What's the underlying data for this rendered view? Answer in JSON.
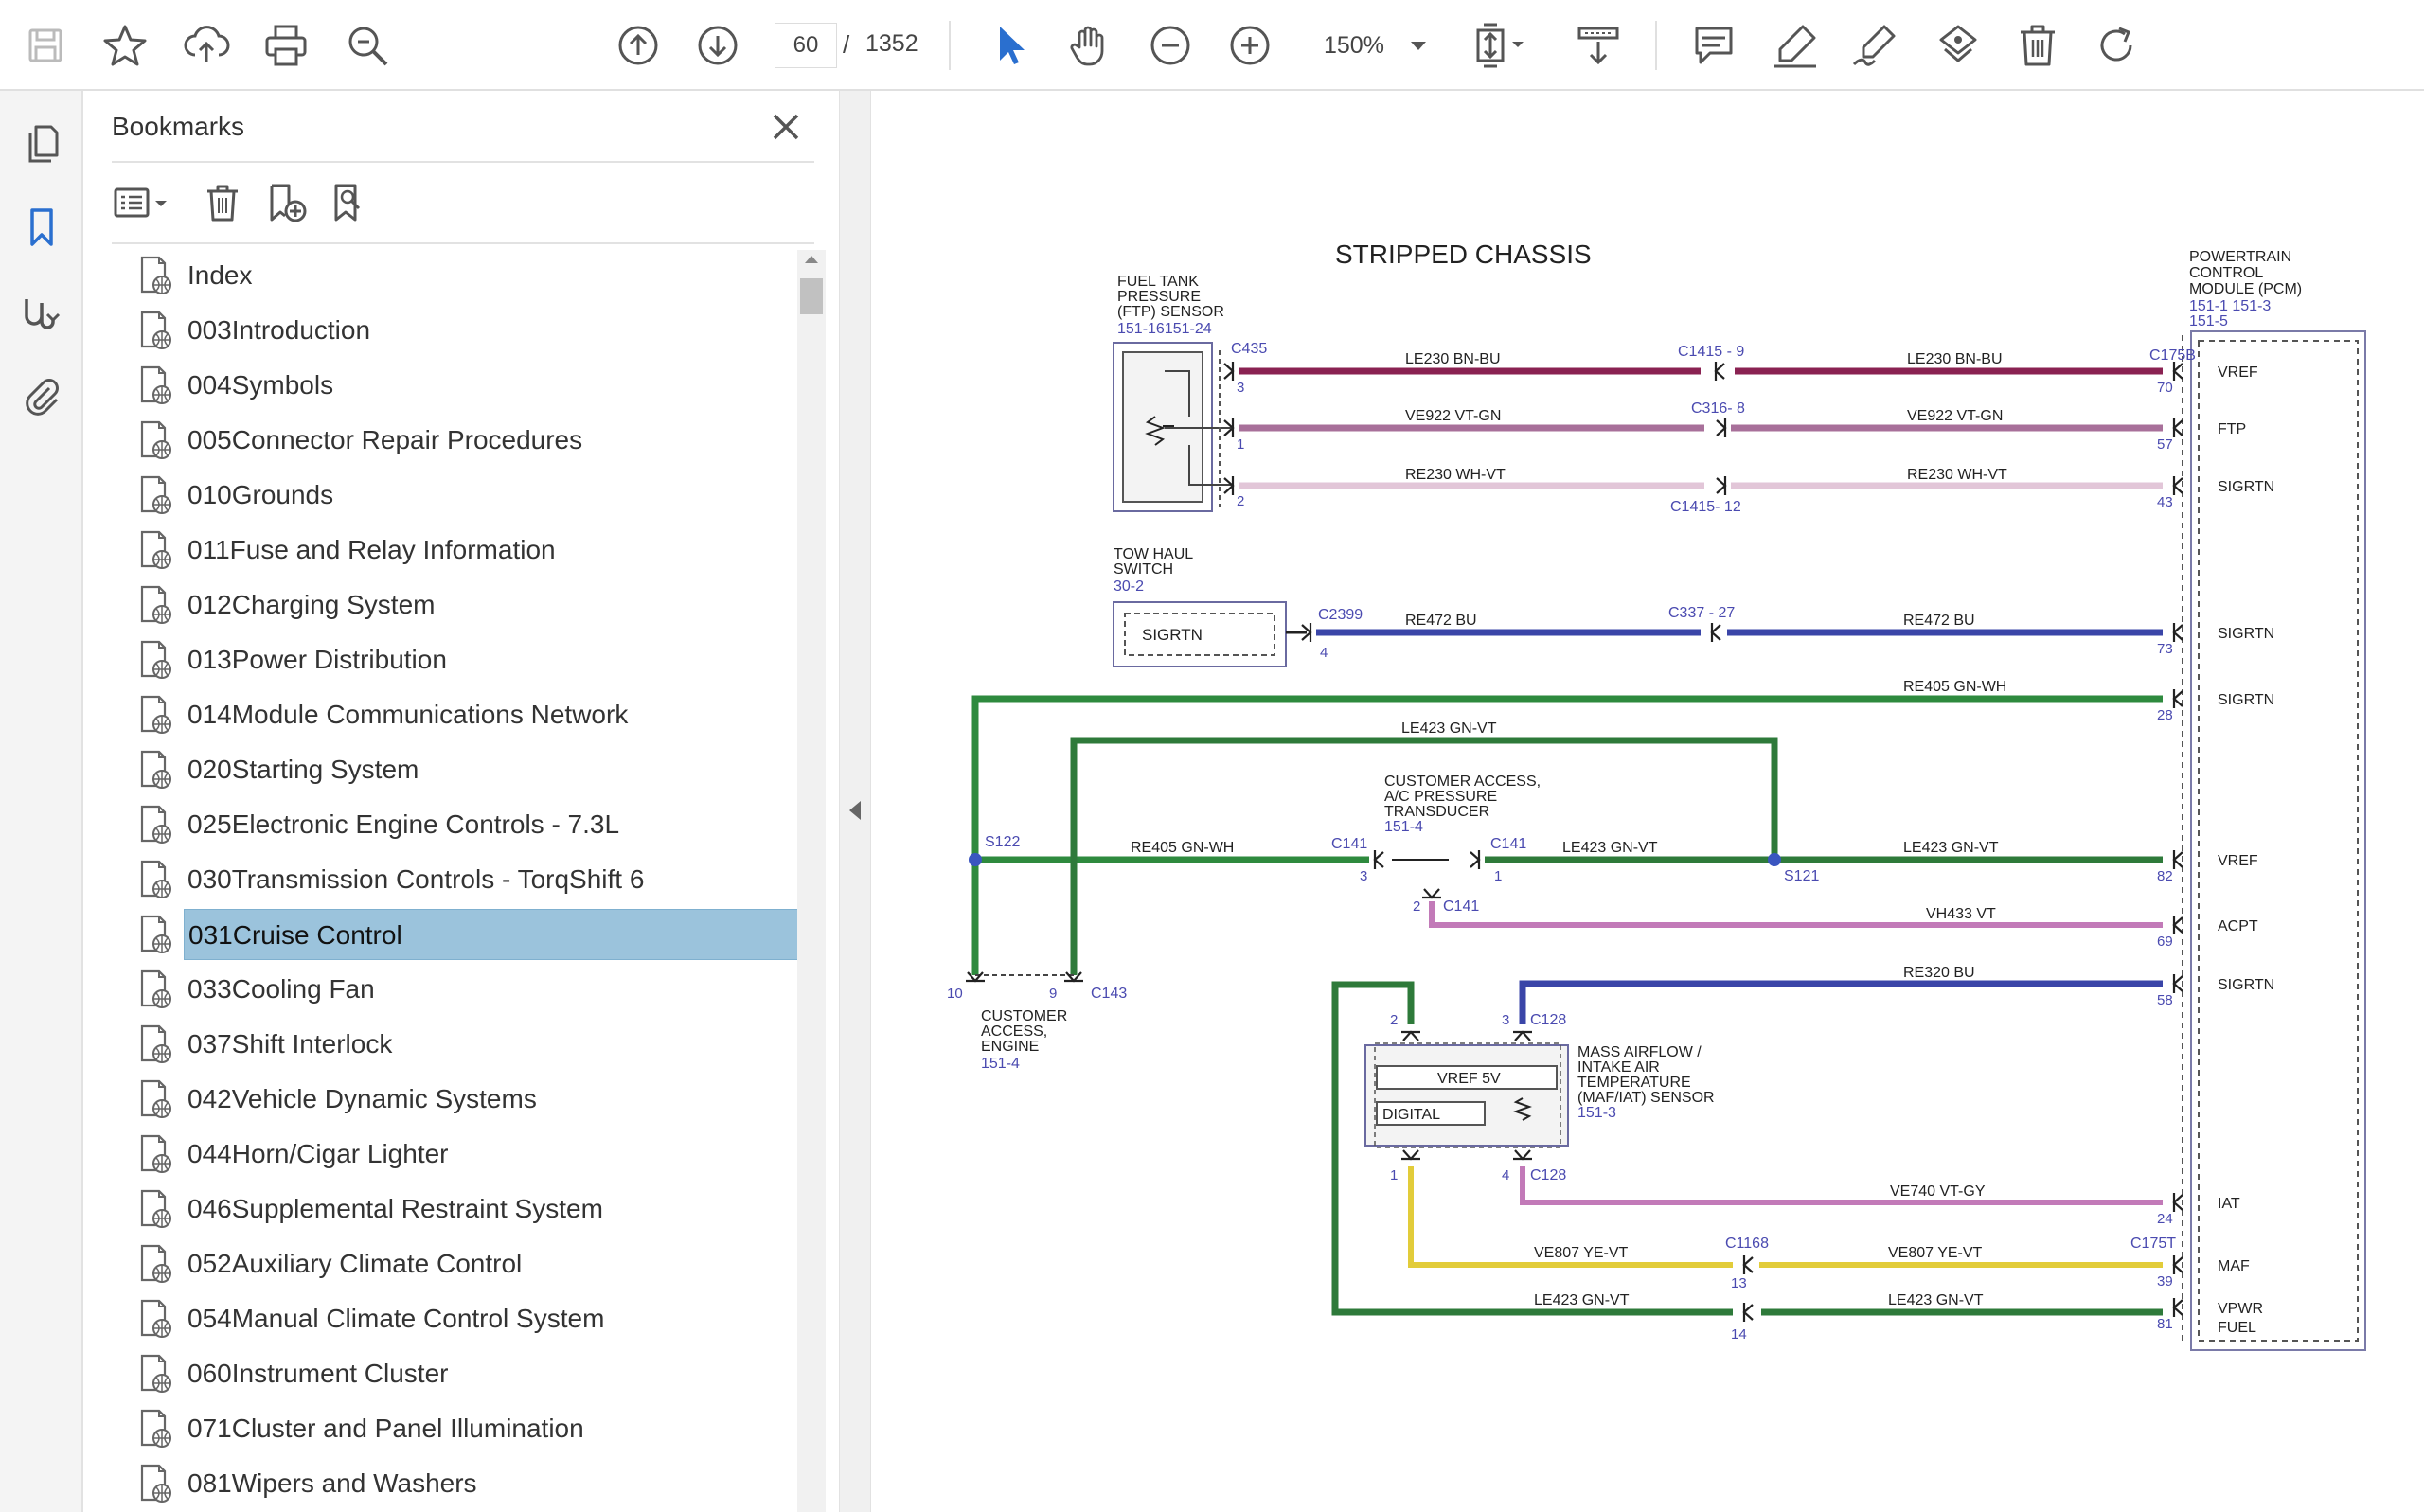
{
  "toolbar": {
    "page_current": "60",
    "page_sep": "/",
    "page_total": "1352",
    "zoom": "150%",
    "icons": [
      "save-icon",
      "bookmark-star-icon",
      "upload-icon",
      "print-icon",
      "zoom-search-icon",
      "page-up-icon",
      "page-down-icon",
      "select-pointer-icon",
      "hand-icon",
      "zoom-out-icon",
      "zoom-in-icon",
      "fit-page-icon",
      "scroll-mode-icon",
      "comment-icon",
      "highlight-icon",
      "sign-icon",
      "stamp-icon",
      "delete-icon",
      "rotate-icon"
    ]
  },
  "rail": {
    "icons": [
      "pages-icon",
      "bookmarks-icon",
      "signatures-icon",
      "attachments-icon"
    ]
  },
  "bookmarks": {
    "title": "Bookmarks",
    "items": [
      {
        "label": "Index"
      },
      {
        "label": "003Introduction"
      },
      {
        "label": "004Symbols"
      },
      {
        "label": "005Connector Repair Procedures"
      },
      {
        "label": "010Grounds"
      },
      {
        "label": "011Fuse and Relay Information"
      },
      {
        "label": "012Charging System"
      },
      {
        "label": "013Power Distribution"
      },
      {
        "label": "014Module Communications Network"
      },
      {
        "label": "020Starting System"
      },
      {
        "label": "025Electronic Engine Controls - 7.3L"
      },
      {
        "label": "030Transmission Controls - TorqShift 6"
      },
      {
        "label": "031Cruise Control",
        "selected": true
      },
      {
        "label": "033Cooling Fan"
      },
      {
        "label": "037Shift Interlock"
      },
      {
        "label": "042Vehicle Dynamic Systems"
      },
      {
        "label": "044Horn/Cigar Lighter"
      },
      {
        "label": "046Supplemental Restraint System"
      },
      {
        "label": "052Auxiliary Climate Control"
      },
      {
        "label": "054Manual Climate Control System"
      },
      {
        "label": "060Instrument Cluster"
      },
      {
        "label": "071Cluster and Panel Illumination"
      },
      {
        "label": "081Wipers and Washers"
      }
    ]
  },
  "diagram": {
    "title": "STRIPPED CHASSIS",
    "pcm": {
      "label": [
        "POWERTRAIN",
        "CONTROL",
        "MODULE (PCM)"
      ],
      "refs": [
        "151-1 151-3",
        "151-5"
      ],
      "connector": "C175B"
    },
    "ftp": {
      "label": [
        "FUEL TANK",
        "PRESSURE",
        "(FTP) SENSOR"
      ],
      "ref": "151-16151-24",
      "connector": "C435"
    },
    "tow": {
      "label": [
        "TOW HAUL",
        "SWITCH"
      ],
      "ref": "30-2",
      "box": "SIGRTN",
      "connector": "C2399",
      "pin": "4"
    },
    "cust_engine": {
      "label": [
        "CUSTOMER",
        "ACCESS,",
        "ENGINE"
      ],
      "ref": "151-4",
      "connector": "C143",
      "pins": [
        "10",
        "9"
      ]
    },
    "ac": {
      "label": [
        "CUSTOMER ACCESS,",
        "A/C PRESSURE",
        "TRANSDUCER"
      ],
      "ref": "151-4"
    },
    "maf": {
      "label": [
        "MASS AIRFLOW /",
        "INTAKE AIR",
        "TEMPERATURE",
        "(MAF/IAT) SENSOR"
      ],
      "ref": "151-3",
      "vref": "VREF 5V",
      "digital": "DIGITAL",
      "connector": "C128"
    },
    "splices": [
      "S122",
      "S121"
    ],
    "pcm_pins": [
      {
        "name": "VREF",
        "pin": "70"
      },
      {
        "name": "FTP",
        "pin": "57"
      },
      {
        "name": "SIGRTN",
        "pin": "43"
      },
      {
        "name": "SIGRTN",
        "pin": "73"
      },
      {
        "name": "SIGRTN",
        "pin": "28"
      },
      {
        "name": "VREF",
        "pin": "82"
      },
      {
        "name": "ACPT",
        "pin": "69"
      },
      {
        "name": "SIGRTN",
        "pin": "58"
      },
      {
        "name": "IAT",
        "pin": "24"
      },
      {
        "name": "MAF",
        "pin": "39"
      },
      {
        "name": "VPWR",
        "pin": "81"
      },
      {
        "name": "FUEL",
        "pin": ""
      }
    ],
    "wires": [
      {
        "id": "LE230",
        "color": "BN-BU",
        "hex": "#8a2252"
      },
      {
        "id": "VE922",
        "color": "VT-GN",
        "hex": "#a8709a"
      },
      {
        "id": "RE230",
        "color": "WH-VT",
        "hex": "#e2c6d8"
      },
      {
        "id": "RE472",
        "color": "BU",
        "hex": "#3a45a8"
      },
      {
        "id": "RE405",
        "color": "GN-WH",
        "hex": "#2e8a3e"
      },
      {
        "id": "LE423",
        "color": "GN-VT",
        "hex": "#2e7a3a"
      },
      {
        "id": "VH433",
        "color": "VT",
        "hex": "#c27ab8"
      },
      {
        "id": "RE320",
        "color": "BU",
        "hex": "#3a45a8"
      },
      {
        "id": "VE740",
        "color": "VT-GY",
        "hex": "#c27ab8"
      },
      {
        "id": "VE807",
        "color": "YE-VT",
        "hex": "#e2cc3a"
      }
    ],
    "connector_labels": {
      "c1415_9": "C1415 - 9",
      "c316_8": "C316- 8",
      "c1415_12": "C1415- 12",
      "c337_27": "C337 -  27",
      "c141": "C141",
      "c1168": "C1168",
      "c175t": "C175T",
      "pin_3": "3",
      "pin_1": "1",
      "pin_2": "2",
      "pin_13": "13",
      "pin_14": "14",
      "pin_4": "4"
    }
  }
}
